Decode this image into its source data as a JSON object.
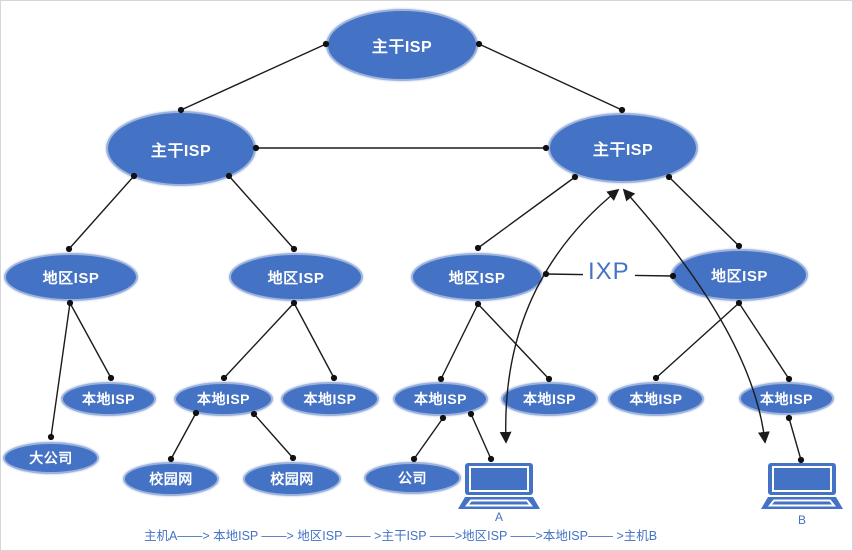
{
  "nodes": {
    "backbone_top": "主干ISP",
    "backbone_left": "主干ISP",
    "backbone_right": "主干ISP",
    "region1": "地区ISP",
    "region2": "地区ISP",
    "region3": "地区ISP",
    "region4": "地区ISP",
    "local1": "本地ISP",
    "local2": "本地ISP",
    "local3": "本地ISP",
    "local4": "本地ISP",
    "local5": "本地ISP",
    "local6": "本地ISP",
    "local7": "本地ISP",
    "big_company": "大公司",
    "campus1": "校园网",
    "campus2": "校园网",
    "company": "公司"
  },
  "ixp": {
    "label": "IXP"
  },
  "hosts": {
    "a": "A",
    "b": "B"
  },
  "caption": "主机A——> 本地ISP ——> 地区ISP —— >主干ISP ——>地区ISP ——>本地ISP—— >主机B",
  "colors": {
    "node_fill": "#4472C4",
    "node_text": "#ffffff",
    "connector": "#1b1b1b",
    "accent_text": "#4472C4"
  }
}
